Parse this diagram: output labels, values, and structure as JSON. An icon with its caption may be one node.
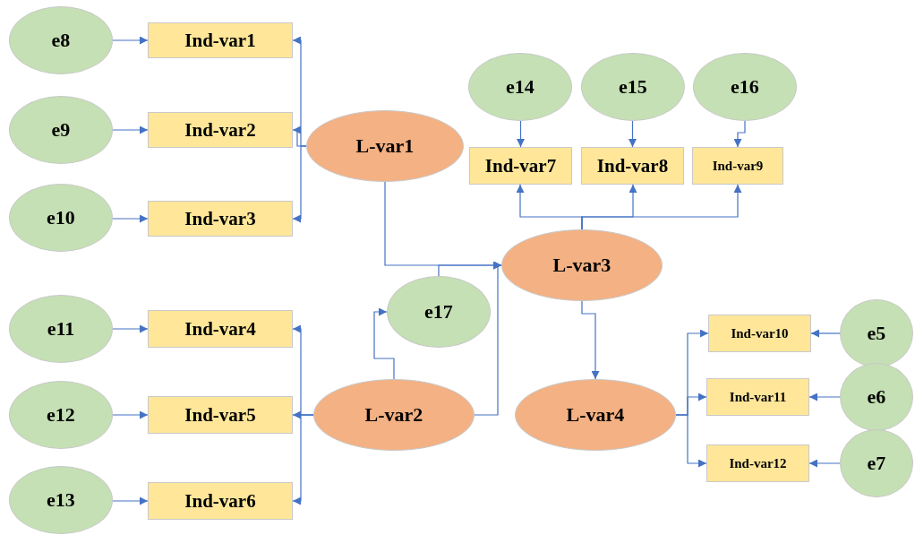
{
  "diagram": {
    "nodes": [
      {
        "text": [
          "e8"
        ]
      },
      {
        "text": [
          "Ind-var1"
        ]
      },
      {
        "text": [
          "e9"
        ]
      },
      {
        "text": [
          "Ind-var2"
        ]
      },
      {
        "text": [
          "e10"
        ]
      },
      {
        "text": [
          "Ind-var3"
        ]
      },
      {
        "text": [
          "L-var1"
        ]
      },
      {
        "text": [
          "e14"
        ]
      },
      {
        "text": [
          "e15"
        ]
      },
      {
        "text": [
          "e16"
        ]
      },
      {
        "text": [
          "Ind-var7"
        ]
      },
      {
        "text": [
          "Ind-var8"
        ]
      },
      {
        "text": [
          "Ind-var9"
        ]
      },
      {
        "text": [
          "L-var3"
        ]
      },
      {
        "text": [
          "e17"
        ]
      },
      {
        "text": [
          "e11"
        ]
      },
      {
        "text": [
          "Ind-var4"
        ]
      },
      {
        "text": [
          "e12"
        ]
      },
      {
        "text": [
          "Ind-var5"
        ]
      },
      {
        "text": [
          "e13"
        ]
      },
      {
        "text": [
          "Ind-var6"
        ]
      },
      {
        "text": [
          "L-var2"
        ]
      },
      {
        "text": [
          "L-var4"
        ]
      },
      {
        "text": [
          "Ind-var10"
        ]
      },
      {
        "text": [
          "e5"
        ]
      },
      {
        "text": [
          "Ind-var11"
        ]
      },
      {
        "text": [
          "e6"
        ]
      },
      {
        "text": [
          "Ind-var12"
        ]
      },
      {
        "text": [
          "e7"
        ]
      }
    ],
    "edges": [
      {
        "from": 0,
        "to": 1,
        "arrow": "to"
      },
      {
        "from": 2,
        "to": 3,
        "arrow": "to"
      },
      {
        "from": 4,
        "to": 5,
        "arrow": "to"
      },
      {
        "from": 6,
        "to": 1,
        "arrow": "to"
      },
      {
        "from": 6,
        "to": 3,
        "arrow": "to"
      },
      {
        "from": 6,
        "to": 5,
        "arrow": "to"
      },
      {
        "from": 7,
        "to": 10,
        "arrow": "to"
      },
      {
        "from": 8,
        "to": 11,
        "arrow": "to"
      },
      {
        "from": 9,
        "to": 12,
        "arrow": "to"
      },
      {
        "from": 13,
        "to": 10,
        "arrow": "to"
      },
      {
        "from": 13,
        "to": 11,
        "arrow": "to"
      },
      {
        "from": 13,
        "to": 12,
        "arrow": "to"
      },
      {
        "from": 6,
        "to": 13,
        "arrow": "to"
      },
      {
        "from": 14,
        "to": 13,
        "arrow": "to"
      },
      {
        "from": 21,
        "to": 13,
        "arrow": "to"
      },
      {
        "from": 21,
        "to": 14,
        "arrow": "to"
      },
      {
        "from": 21,
        "to": 16,
        "arrow": "to"
      },
      {
        "from": 21,
        "to": 18,
        "arrow": "to"
      },
      {
        "from": 21,
        "to": 20,
        "arrow": "to"
      },
      {
        "from": 15,
        "to": 16,
        "arrow": "to"
      },
      {
        "from": 17,
        "to": 18,
        "arrow": "to"
      },
      {
        "from": 19,
        "to": 20,
        "arrow": "to"
      },
      {
        "from": 13,
        "to": 22,
        "arrow": "to"
      },
      {
        "from": 22,
        "to": 23,
        "arrow": "to"
      },
      {
        "from": 22,
        "to": 25,
        "arrow": "to"
      },
      {
        "from": 22,
        "to": 27,
        "arrow": "to"
      },
      {
        "from": 24,
        "to": 23,
        "arrow": "to"
      },
      {
        "from": 26,
        "to": 25,
        "arrow": "to"
      },
      {
        "from": 28,
        "to": 27,
        "arrow": "to"
      }
    ]
  }
}
